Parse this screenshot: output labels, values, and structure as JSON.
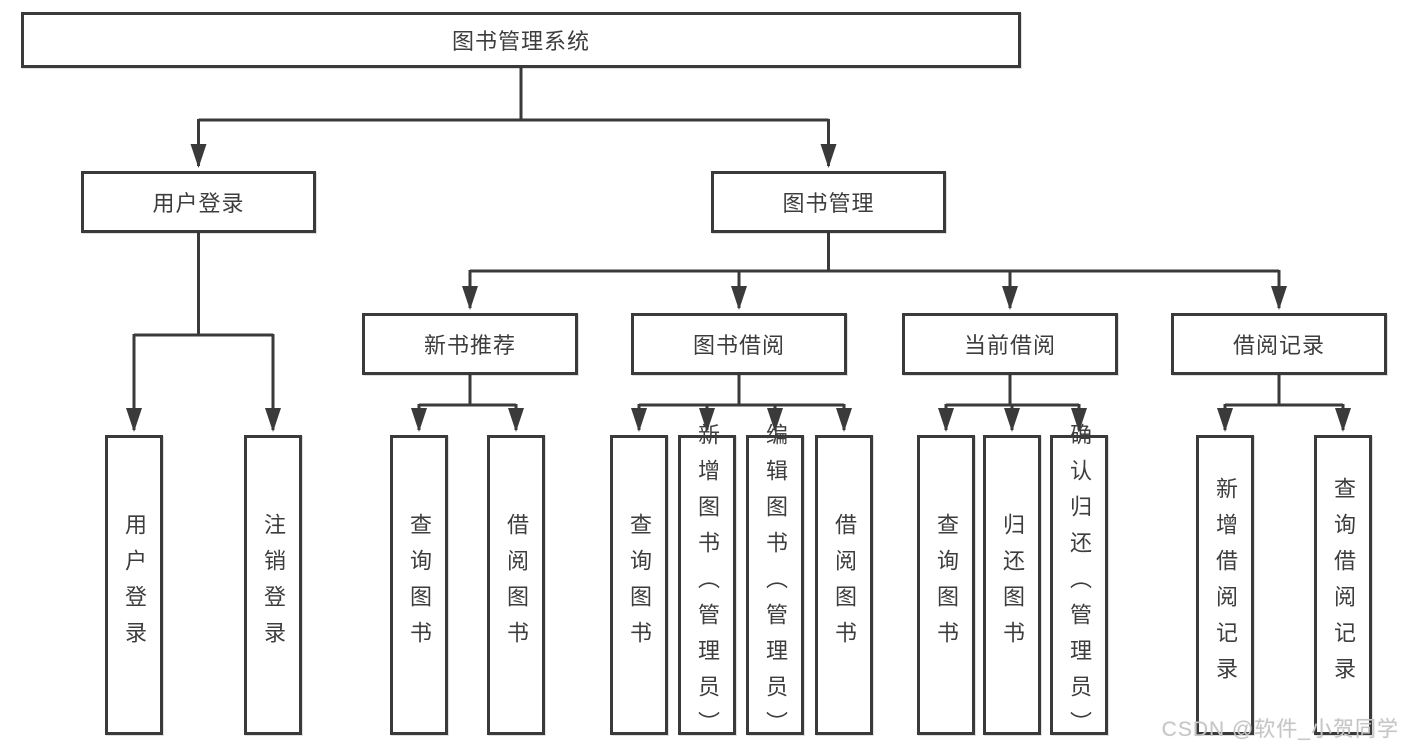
{
  "colors": {
    "line": "#3a3a3a",
    "box_border": "#3a3a3a",
    "box_background": "#ffffff",
    "text": "#3d3d3d",
    "watermark": "#c6c6c6"
  },
  "watermark": "CSDN @软件_小贺同学",
  "tree": {
    "root": {
      "label": "图书管理系统",
      "children": [
        {
          "label": "用户登录",
          "children": [
            {
              "label": "用户登录"
            },
            {
              "label": "注销登录"
            }
          ]
        },
        {
          "label": "图书管理",
          "children": [
            {
              "label": "新书推荐",
              "children": [
                {
                  "label": "查询图书"
                },
                {
                  "label": "借阅图书"
                }
              ]
            },
            {
              "label": "图书借阅",
              "children": [
                {
                  "label": "查询图书"
                },
                {
                  "label": "新增图书（管理员）"
                },
                {
                  "label": "编辑图书（管理员）"
                },
                {
                  "label": "借阅图书"
                }
              ]
            },
            {
              "label": "当前借阅",
              "children": [
                {
                  "label": "查询图书"
                },
                {
                  "label": "归还图书"
                },
                {
                  "label": "确认归还（管理员）"
                }
              ]
            },
            {
              "label": "借阅记录",
              "children": [
                {
                  "label": "新增借阅记录"
                },
                {
                  "label": "查询借阅记录"
                }
              ]
            }
          ]
        }
      ]
    }
  }
}
